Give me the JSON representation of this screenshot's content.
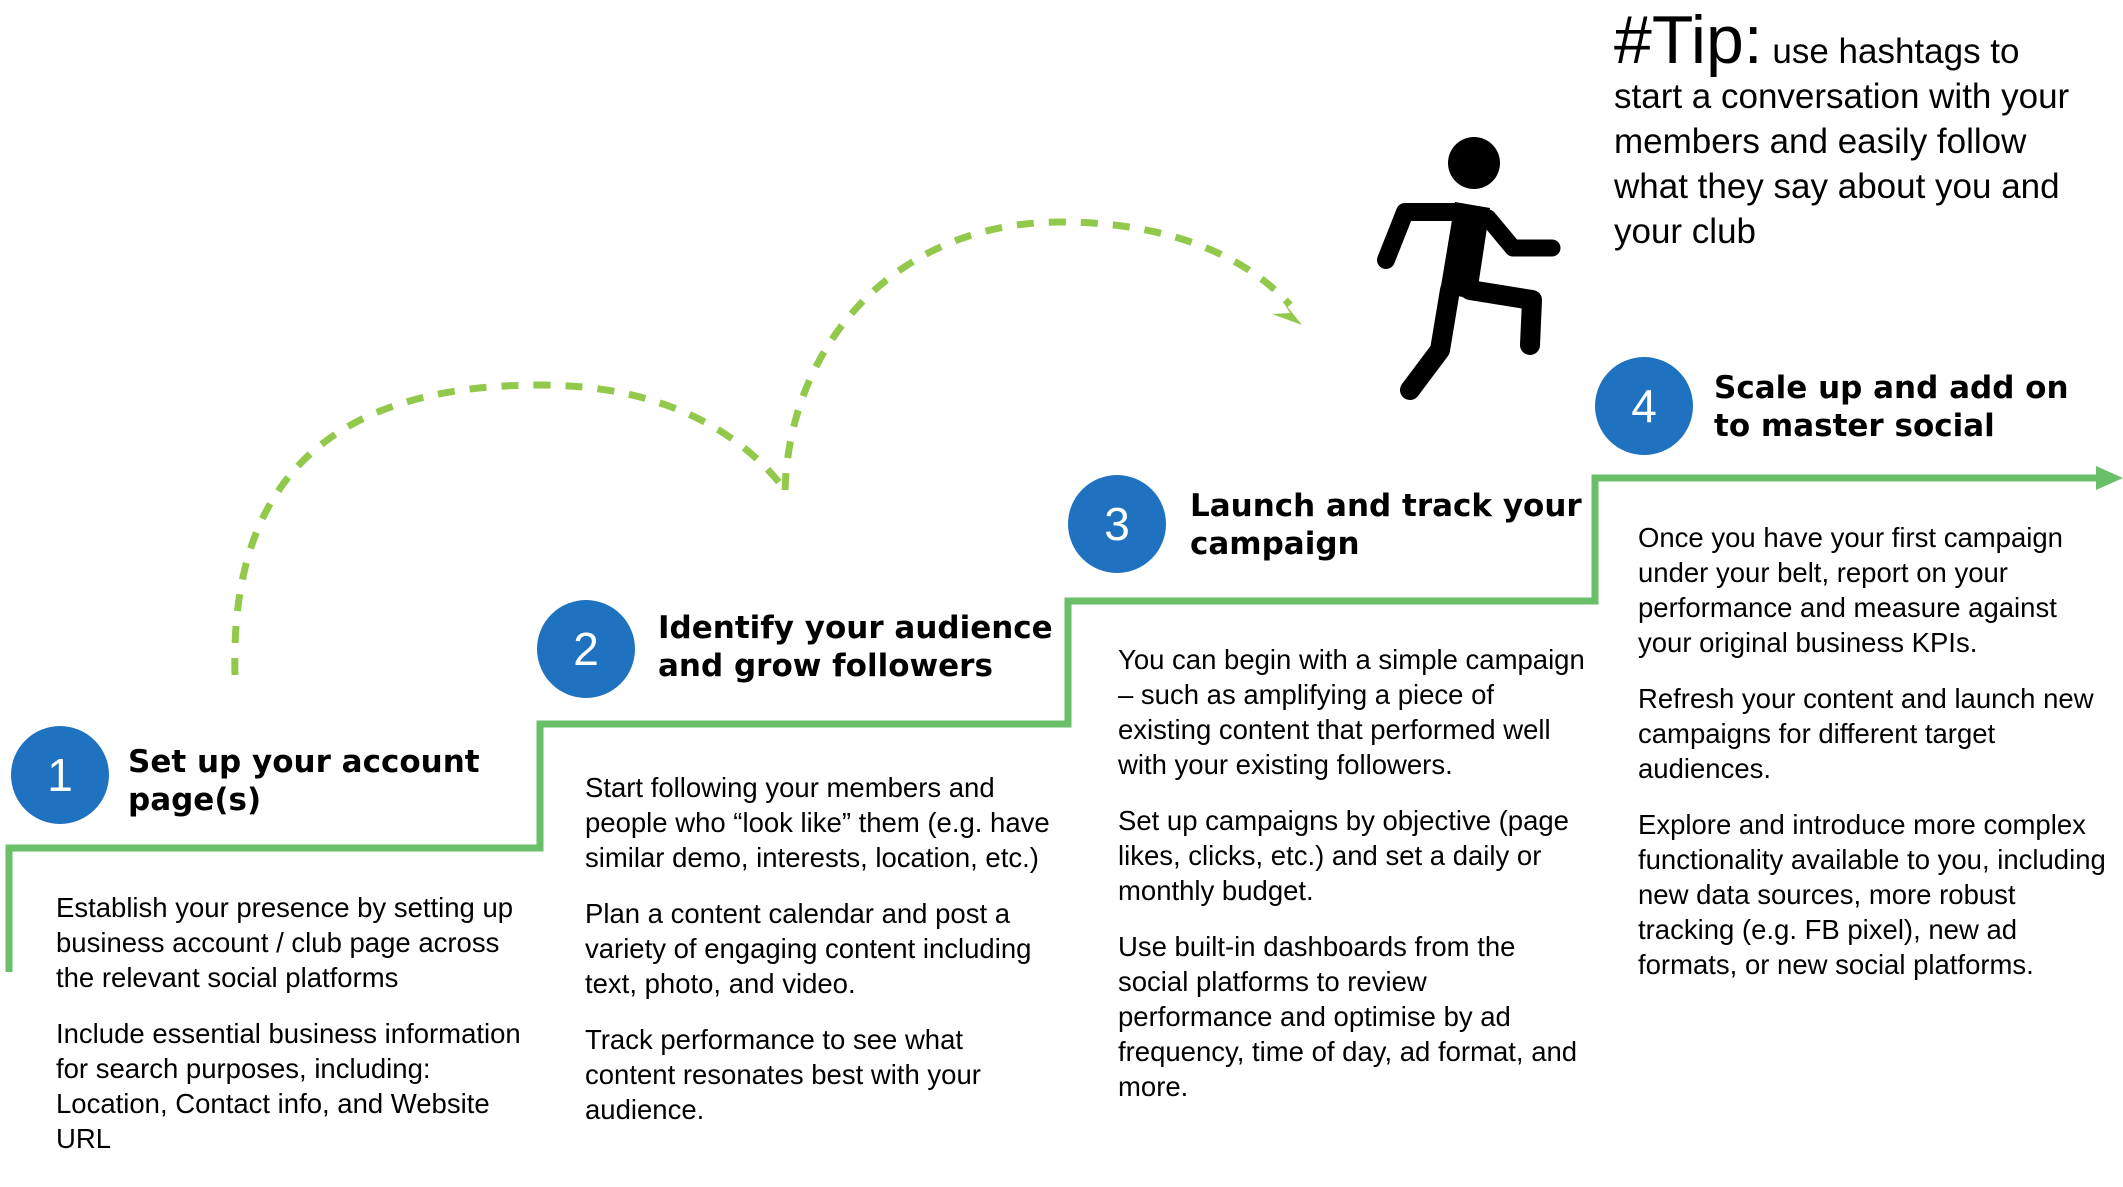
{
  "tip": {
    "label": "#Tip:",
    "text": " use hashtags to start a conversation with your members and easily follow what they say about you and your club"
  },
  "steps": [
    {
      "number": "1",
      "title_line1": "Set up your account",
      "title_line2": "page(s)",
      "paragraphs": [
        "Establish your presence by setting up business account / club page across the relevant social platforms",
        "Include essential business information for search purposes, including: Location, Contact info, and Website URL"
      ]
    },
    {
      "number": "2",
      "title_line1": "Identify your audience",
      "title_line2": "and grow followers",
      "paragraphs": [
        "Start following your members and people who “look like” them (e.g. have similar demo, interests, location, etc.)",
        "Plan a content calendar and post a variety of engaging content including text, photo, and video.",
        "Track performance to see what content resonates best with your audience."
      ]
    },
    {
      "number": "3",
      "title_line1": "Launch and track your",
      "title_line2": "campaign",
      "paragraphs": [
        "You can begin with a simple campaign – such as amplifying a piece of existing content that performed well with your existing followers.",
        "Set up campaigns by objective (page likes, clicks, etc.) and set a daily or monthly budget.",
        "Use built-in dashboards from the social platforms to review performance and optimise by ad frequency, time of day, ad format, and more."
      ]
    },
    {
      "number": "4",
      "title_line1": "Scale up and add on",
      "title_line2": "to master social",
      "paragraphs": [
        "Once you have your first campaign under your belt, report on your performance and measure against your original business KPIs.",
        "Refresh your content and launch new campaigns for different target audiences.",
        "Explore and introduce more complex functionality available to you, including new data sources, more robust tracking (e.g. FB pixel), new ad formats, or new social platforms."
      ]
    }
  ],
  "icons": [
    "running-person-icon",
    "dashed-curved-arrow-icon",
    "arrowhead-icon"
  ],
  "colors": {
    "step_line": "#6abf69",
    "dashed_arc": "#92c94b",
    "circle": "#1f72c0"
  }
}
